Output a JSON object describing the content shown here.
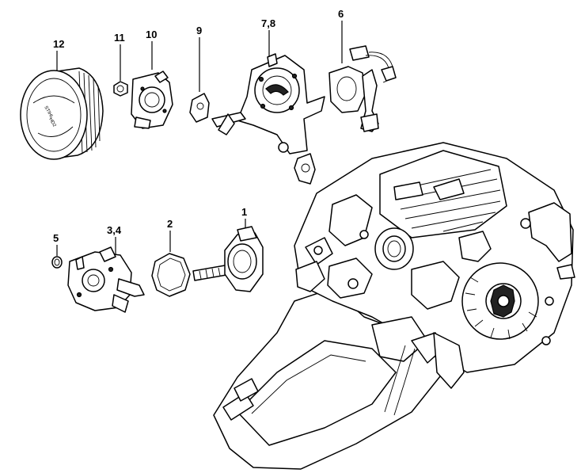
{
  "diagram": {
    "labels": {
      "l1": "1",
      "l2": "2",
      "l34": "3,4",
      "l5": "5",
      "l6": "6",
      "l78": "7,8",
      "l9": "9",
      "l10": "10",
      "l11": "11",
      "l12": "12"
    }
  }
}
